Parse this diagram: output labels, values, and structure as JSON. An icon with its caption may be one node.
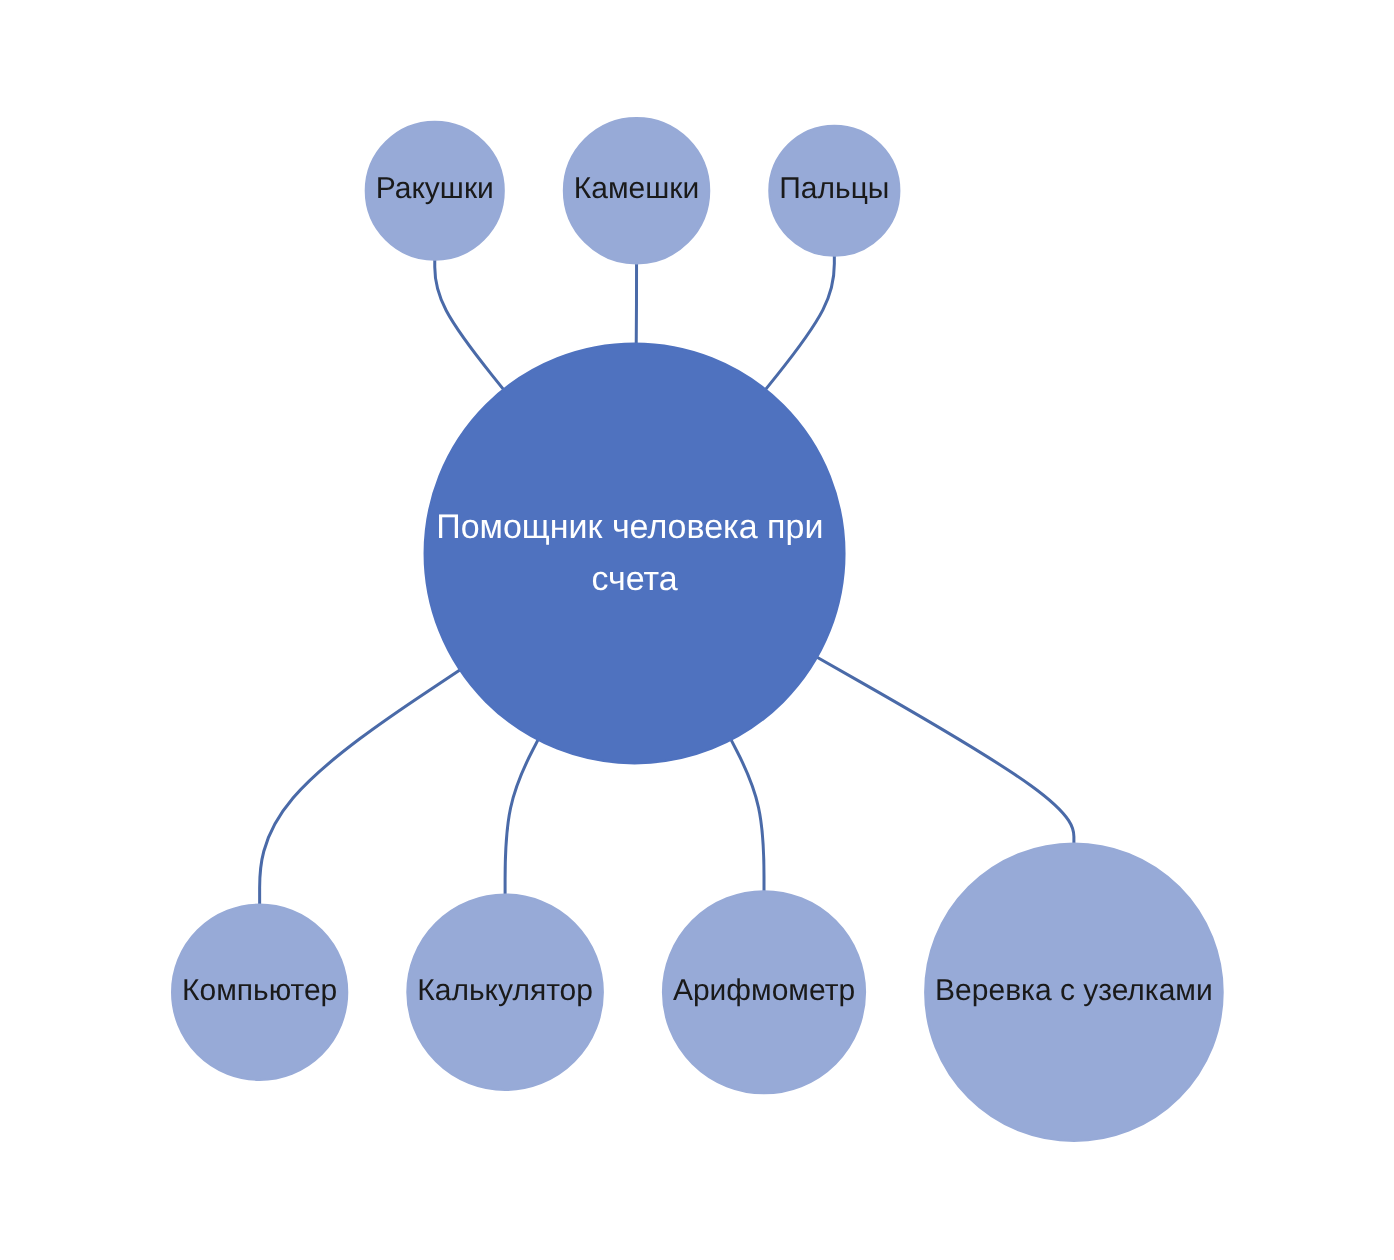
{
  "diagram": {
    "nodes": [
      {
        "text": [
          "Помощник человека при счета"
        ]
      },
      {
        "text": [
          "Камешки"
        ]
      },
      {
        "text": [
          "Пальцы"
        ]
      },
      {
        "text": [
          "Веревка с узелками"
        ]
      },
      {
        "text": [
          "Арифмометр"
        ]
      },
      {
        "text": [
          "Калькулятор"
        ]
      },
      {
        "text": [
          "Компьютер"
        ]
      },
      {
        "text": [
          "Ракушки"
        ]
      }
    ],
    "edges": [
      {
        "from": 7,
        "to": 0,
        "arrow": "none"
      },
      {
        "from": 1,
        "to": 0,
        "arrow": "none"
      },
      {
        "from": 2,
        "to": 0,
        "arrow": "none"
      },
      {
        "from": 0,
        "to": 6,
        "arrow": "none"
      },
      {
        "from": 0,
        "to": 5,
        "arrow": "none"
      },
      {
        "from": 0,
        "to": 4,
        "arrow": "none"
      },
      {
        "from": 0,
        "to": 3,
        "arrow": "none"
      }
    ]
  }
}
